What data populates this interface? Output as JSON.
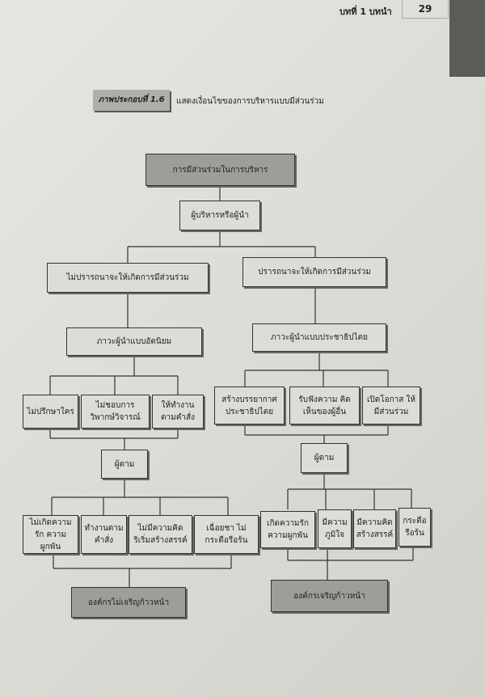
{
  "header": {
    "chapter": "บทที่ 1 บทนำ",
    "page_number": "29"
  },
  "figure": {
    "label": "ภาพประกอบที่ 1.6",
    "caption": "แสดงเงื่อนไขของการบริหารแบบมีส่วนร่วม"
  },
  "diagram": {
    "root": "การมีส่วนร่วมในการบริหาร",
    "leader": "ผู้บริหารหรือผู้นำ",
    "left": {
      "branch": "ไม่ปรารถนาจะให้เกิดการมีส่วนร่วม",
      "style": "ภาวะผู้นำแบบอัตนิยม",
      "traits": [
        "ไม่ปรึกษาใคร",
        "ไม่ชอบการ วิพากษ์วิจารณ์",
        "ให้ทำงาน ตามคำสั่ง"
      ],
      "follower": "ผู้ตาม",
      "outcomes": [
        "ไม่เกิดความรัก ความผูกพัน",
        "ทำงานตาม คำสั่ง",
        "ไม่มีความคิด ริเริ่มสร้างสรรค์",
        "เฉื่อยชา ไม่กระตือรือร้น"
      ],
      "result": "องค์กรไม่เจริญก้าวหน้า"
    },
    "right": {
      "branch": "ปรารถนาจะให้เกิดการมีส่วนร่วม",
      "style": "ภาวะผู้นำแบบประชาธิปไตย",
      "traits": [
        "สร้างบรรยากาศ ประชาธิปไตย",
        "รับฟังความ คิดเห็นของผู้อื่น",
        "เปิดโอกาส ให้มีส่วนร่วม"
      ],
      "follower": "ผู้ตาม",
      "outcomes": [
        "เกิดความรัก ความผูกพัน",
        "มีความ ภูมิใจ",
        "มีความคิด สร้างสรรค์",
        "กระตือ รือร้น"
      ],
      "result": "องค์กรเจริญก้าวหน้า"
    }
  }
}
